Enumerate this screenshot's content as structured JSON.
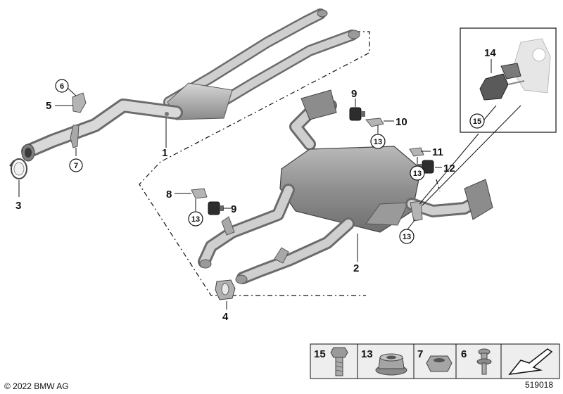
{
  "callouts": {
    "p1": "1",
    "p2": "2",
    "p3": "3",
    "p4": "4",
    "p5": "5",
    "p6": "6",
    "p7": "7",
    "p8": "8",
    "p9a": "9",
    "p9b": "9",
    "p10": "10",
    "p11": "11",
    "p12": "12",
    "p13a": "13",
    "p13b": "13",
    "p13c": "13",
    "p13d": "13",
    "p14": "14",
    "p15": "15"
  },
  "legend": {
    "items": [
      {
        "number": "15",
        "icon": "hex-bolt-icon"
      },
      {
        "number": "13",
        "icon": "flange-nut-icon"
      },
      {
        "number": "7",
        "icon": "hex-nut-icon"
      },
      {
        "number": "6",
        "icon": "small-bolt-icon"
      }
    ],
    "arrow_icon": "direction-arrow-icon"
  },
  "footer": {
    "copyright": "© 2022 BMW AG",
    "diagram_id": "519018"
  },
  "colors": {
    "pipe_dark": "#6b6b6b",
    "pipe_light": "#cfcfcf",
    "muffler": "#8f8f8f",
    "rubber": "#2d2d2d",
    "legend_bg": "#eeeeee"
  }
}
